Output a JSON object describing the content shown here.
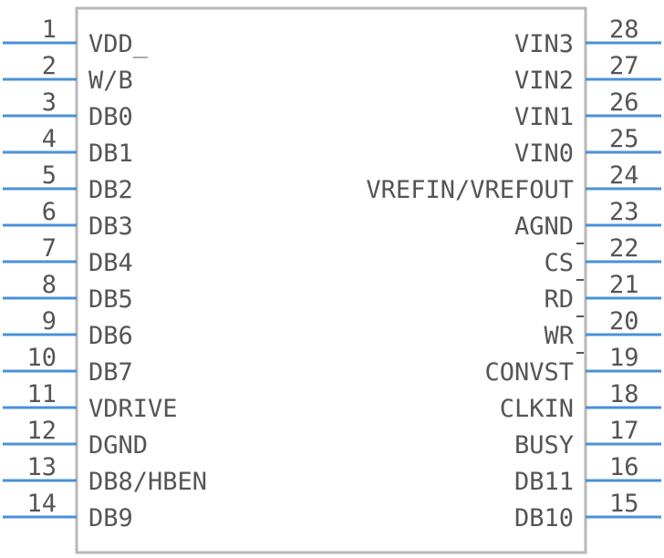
{
  "component": {
    "left_pins": [
      {
        "number": "1",
        "label": "VDD_"
      },
      {
        "number": "2",
        "label": "W/B"
      },
      {
        "number": "3",
        "label": "DB0"
      },
      {
        "number": "4",
        "label": "DB1"
      },
      {
        "number": "5",
        "label": "DB2"
      },
      {
        "number": "6",
        "label": "DB3"
      },
      {
        "number": "7",
        "label": "DB4"
      },
      {
        "number": "8",
        "label": "DB5"
      },
      {
        "number": "9",
        "label": "DB6"
      },
      {
        "number": "10",
        "label": "DB7"
      },
      {
        "number": "11",
        "label": "VDRIVE"
      },
      {
        "number": "12",
        "label": "DGND"
      },
      {
        "number": "13",
        "label": "DB8/HBEN"
      },
      {
        "number": "14",
        "label": "DB9"
      }
    ],
    "right_pins": [
      {
        "number": "28",
        "label": "VIN3"
      },
      {
        "number": "27",
        "label": "VIN2"
      },
      {
        "number": "26",
        "label": "VIN1"
      },
      {
        "number": "25",
        "label": "VIN0"
      },
      {
        "number": "24",
        "label": "VREFIN/VREFOUT"
      },
      {
        "number": "23",
        "label": "AGND"
      },
      {
        "number": "22",
        "label": "CS"
      },
      {
        "number": "21",
        "label": "RD"
      },
      {
        "number": "20",
        "label": "WR"
      },
      {
        "number": "19",
        "label": "CONVST"
      },
      {
        "number": "18",
        "label": "CLKIN"
      },
      {
        "number": "17",
        "label": "BUSY"
      },
      {
        "number": "16",
        "label": "DB11"
      },
      {
        "number": "15",
        "label": "DB10"
      }
    ],
    "active_low_right": [
      "22",
      "21",
      "20",
      "19"
    ],
    "colors": {
      "pin": "#4a90d9",
      "body": "#b8b8b8",
      "text": "#555555"
    }
  }
}
